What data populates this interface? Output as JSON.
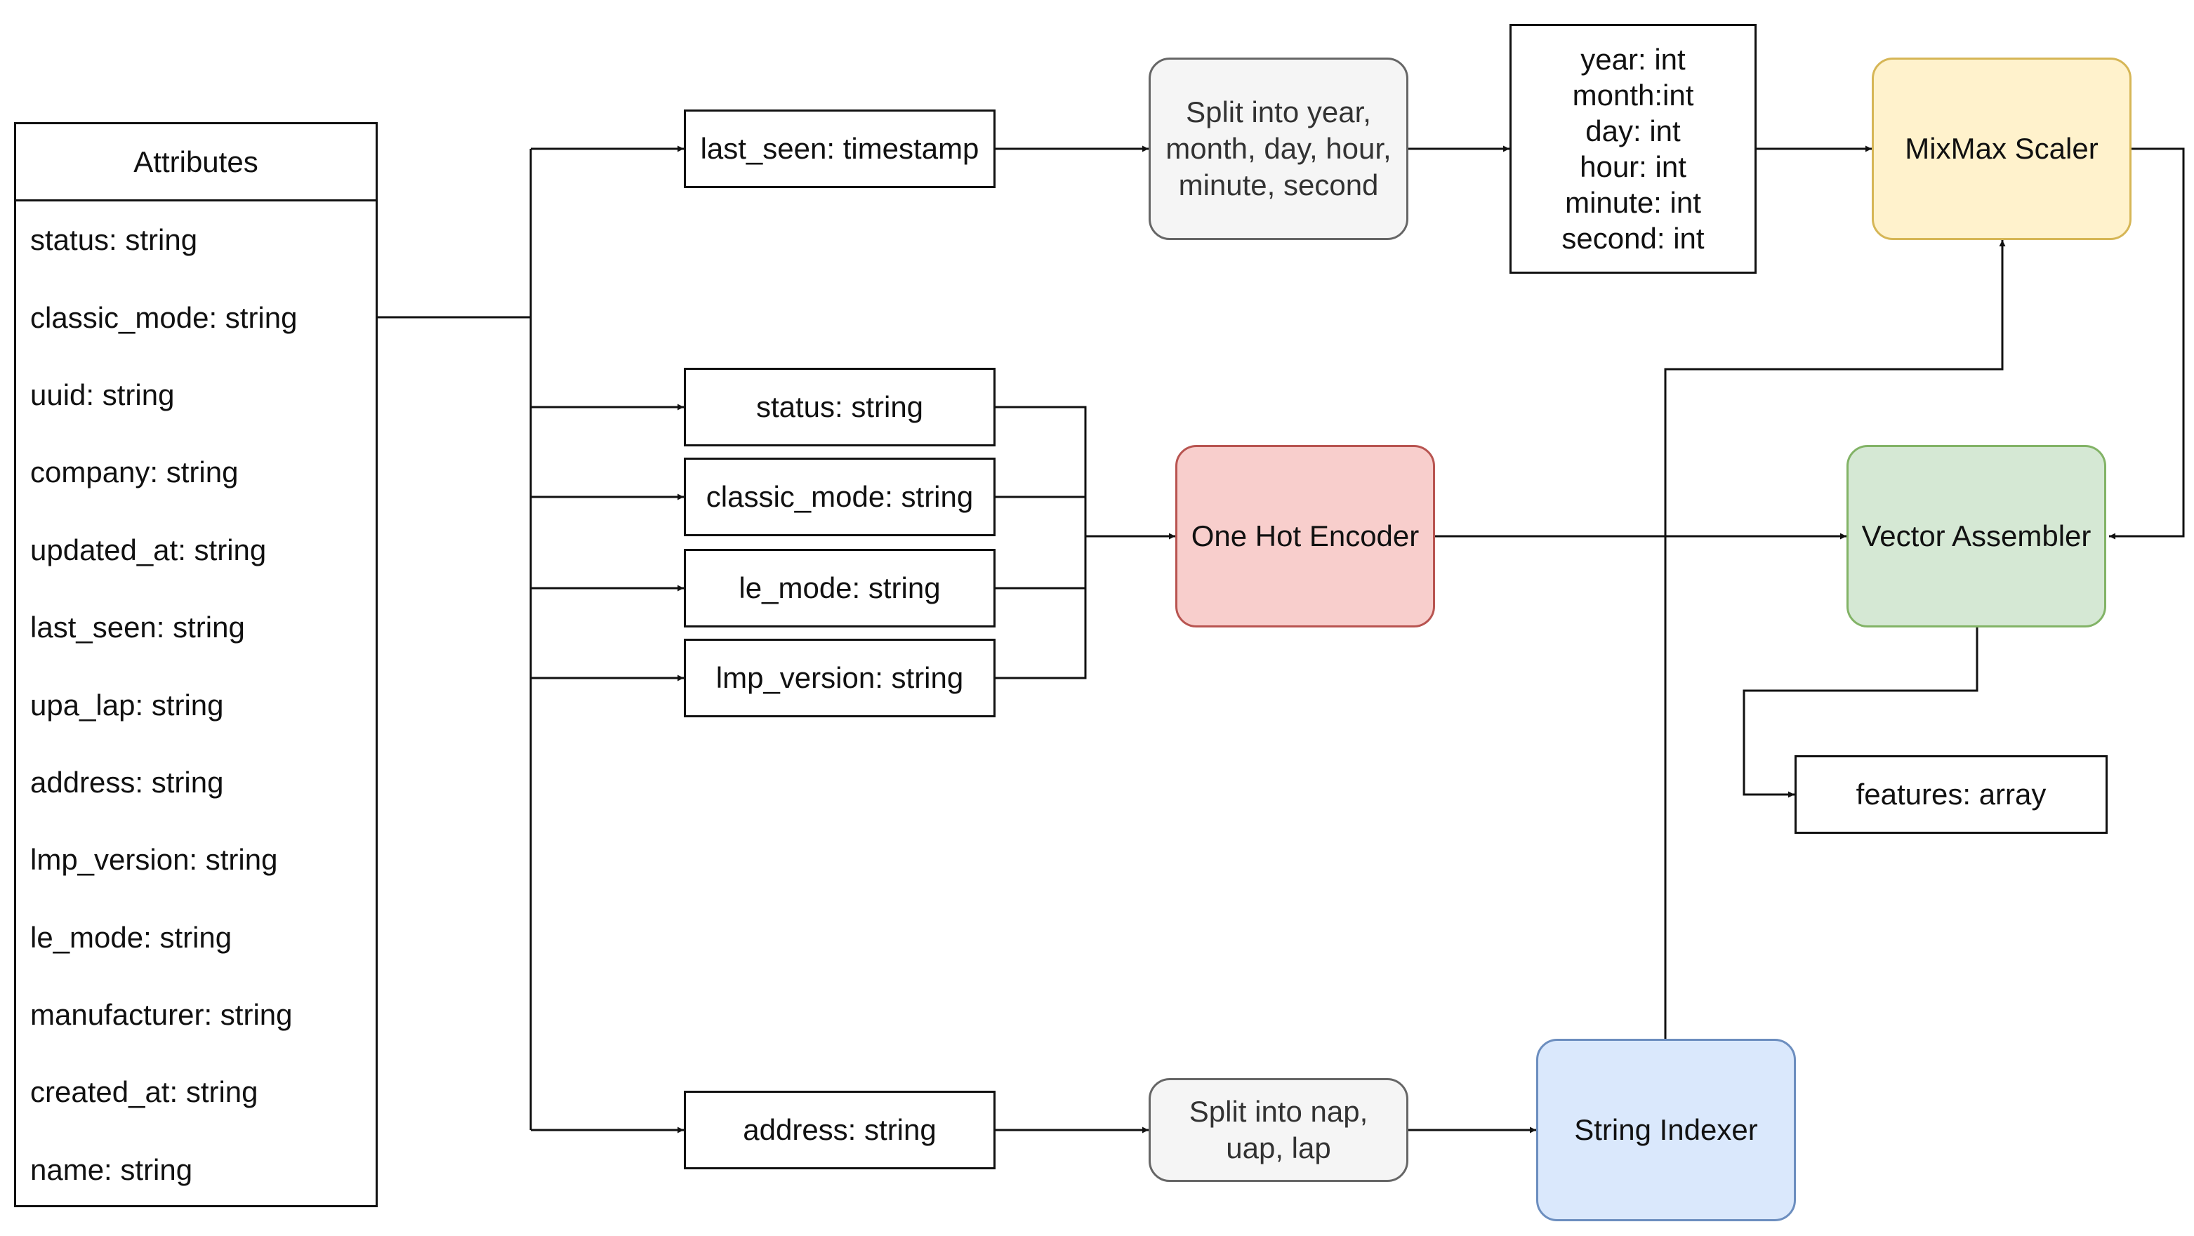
{
  "attributes_table": {
    "title": "Attributes",
    "items": [
      "status: string",
      "classic_mode: string",
      "uuid: string",
      "company: string",
      "updated_at: string",
      "last_seen: string",
      "upa_lap: string",
      "address: string",
      "lmp_version: string",
      "le_mode: string",
      "manufacturer: string",
      "created_at: string",
      "name: string"
    ]
  },
  "inputs": {
    "last_seen": "last_seen: timestamp",
    "status": "status: string",
    "classic_mode": "classic_mode: string",
    "le_mode": "le_mode: string",
    "lmp_version": "lmp_version: string",
    "address": "address: string"
  },
  "steps": {
    "split_time": [
      "Split into year,",
      "month, day, hour,",
      "minute, second"
    ],
    "time_fields": [
      "year: int",
      "month:int",
      "day: int",
      "hour: int",
      "minute: int",
      "second: int"
    ],
    "mixmax_scaler": "MixMax Scaler",
    "one_hot_encoder": "One Hot Encoder",
    "vector_assembler": "Vector Assembler",
    "features": "features: array",
    "split_address": [
      "Split into nap,",
      "uap, lap"
    ],
    "string_indexer": "String Indexer"
  },
  "colors": {
    "one_hot_encoder": "#f8cecc",
    "mixmax_scaler": "#fff2cc",
    "vector_assembler": "#d5e8d4",
    "string_indexer": "#dae8fc",
    "split_steps": "#f5f5f5"
  }
}
